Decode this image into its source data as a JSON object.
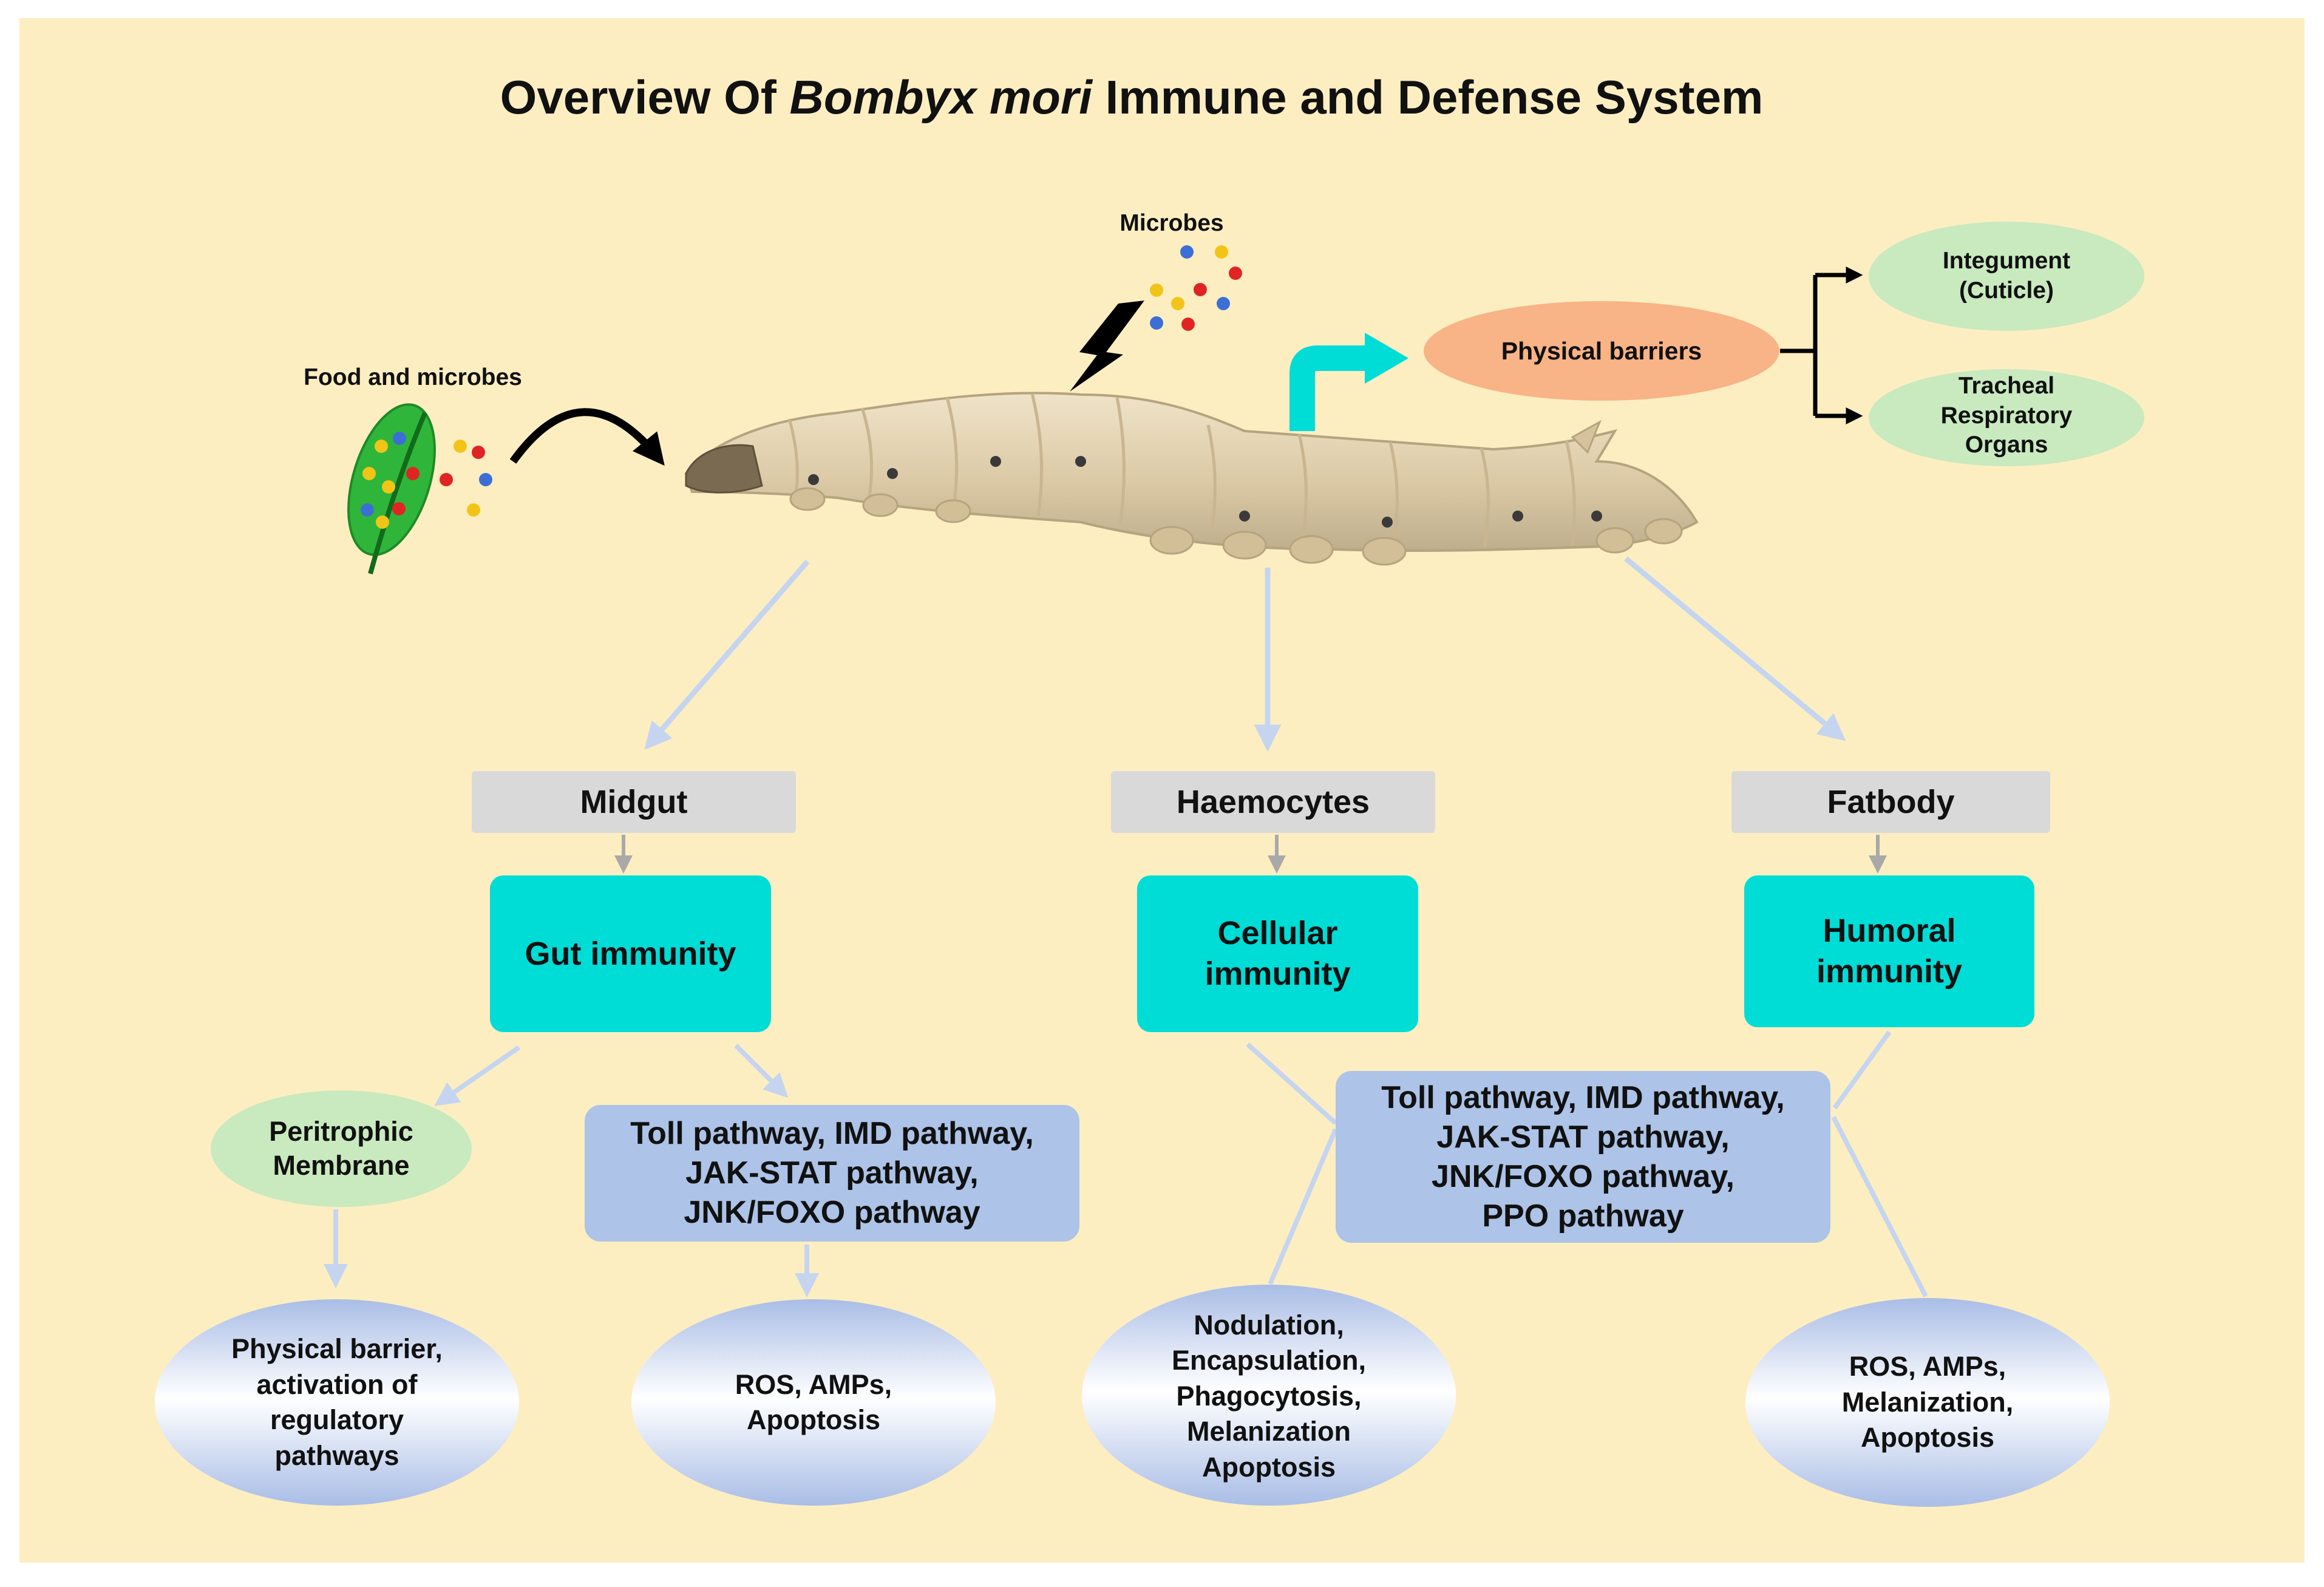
{
  "title": {
    "prefix": "Overview Of ",
    "italic": "Bombyx mori",
    "suffix": " Immune and Defense System"
  },
  "labels": {
    "food_and_microbes": "Food and microbes",
    "microbes": "Microbes",
    "physical_barriers": "Physical barriers",
    "integument": "Integument\n(Cuticle)",
    "tracheal": "Tracheal\nRespiratory\nOrgans"
  },
  "tissues": {
    "midgut": "Midgut",
    "haemocytes": "Haemocytes",
    "fatbody": "Fatbody"
  },
  "immunity": {
    "gut": "Gut immunity",
    "cellular": "Cellular\nimmunity",
    "humoral": "Humoral\nimmunity"
  },
  "peritrophic": "Peritrophic\nMembrane",
  "pathways": {
    "gut": "Toll pathway,  IMD pathway,\nJAK-STAT pathway,\nJNK/FOXO pathway",
    "shared": "Toll pathway,  IMD pathway,\nJAK-STAT pathway,\nJNK/FOXO pathway,\nPPO pathway"
  },
  "outcomes": {
    "physical": "Physical barrier,\nactivation of\nregulatory\npathways",
    "gut_ros": "ROS, AMPs,\nApoptosis",
    "cellular": "Nodulation,\nEncapsulation,\nPhagocytosis,\nMelanization\nApoptosis",
    "humoral": "ROS, AMPs,\nMelanization,\nApoptosis"
  },
  "colors": {
    "background": "#fdeec1",
    "teal": "#00dcd6",
    "tissue_box": "#d9d9d9",
    "green_oval": "#c9e9bf",
    "salmon_oval": "#f8b386",
    "pathway_box": "#adc3e7",
    "arrow": "#c5d5f0",
    "leaf": "#2fb63a"
  }
}
